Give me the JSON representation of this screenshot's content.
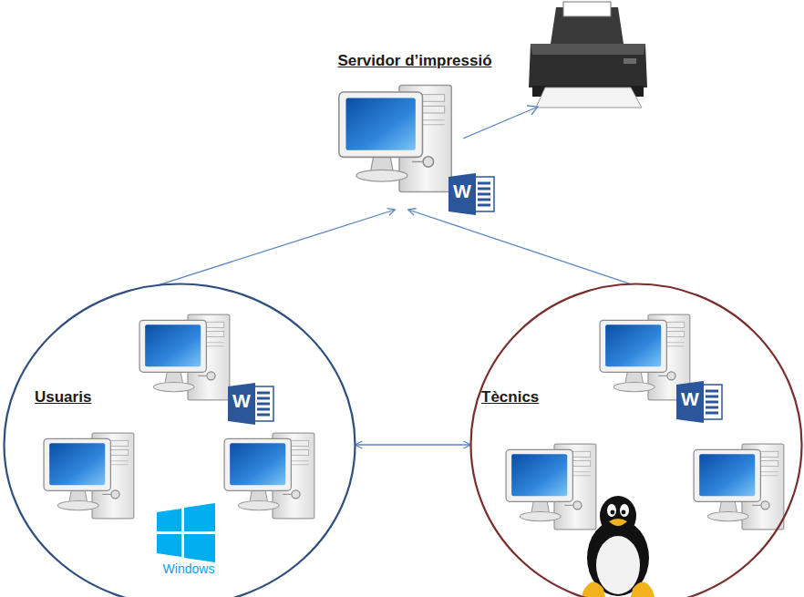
{
  "diagram": {
    "nodes": [
      {
        "text": [
          "Servidor d’impressió"
        ]
      },
      {
        "text": [
          "Usuaris"
        ]
      },
      {
        "text": [
          "Tècnics"
        ]
      }
    ],
    "edges": [
      {
        "from": 1,
        "to": 0,
        "arrow": "to"
      },
      {
        "from": 2,
        "to": 0,
        "arrow": "to"
      },
      {
        "from": 1,
        "to": 2,
        "arrow": "both"
      }
    ],
    "labels": [
      "W",
      "W",
      "W",
      "Windows"
    ]
  }
}
